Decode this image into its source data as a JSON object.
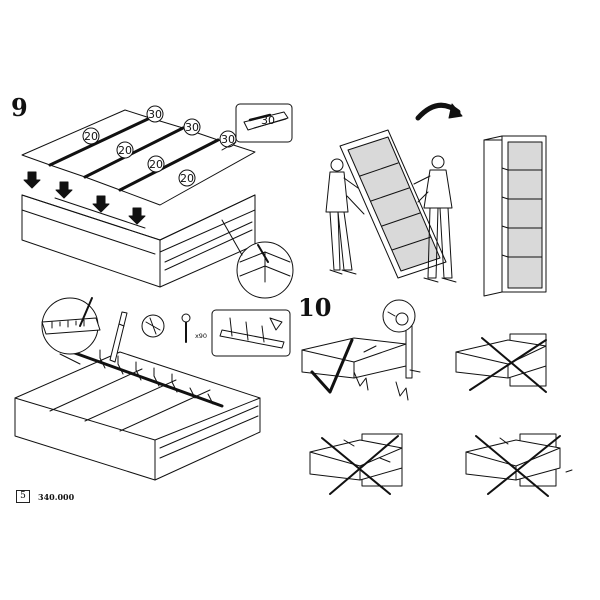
{
  "steps": {
    "step9": {
      "number": "9",
      "top_labels": [
        "30",
        "30",
        "30",
        "30",
        "20",
        "20",
        "20",
        "20"
      ],
      "hardware": {
        "nail_count": "x90"
      }
    },
    "step10": {
      "number": "10"
    }
  },
  "footer": {
    "page_number": "5",
    "doc_code": "340.000"
  },
  "colors": {
    "line": "#111111",
    "panel": "#ffffff",
    "shelf_fill": "#d9d9d9"
  }
}
